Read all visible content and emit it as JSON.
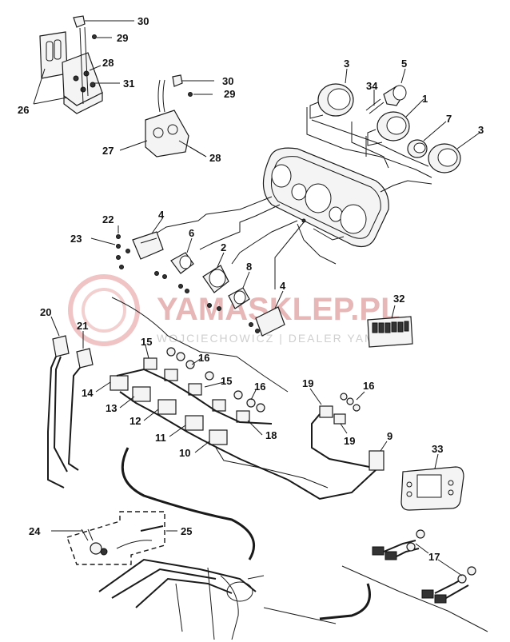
{
  "watermark": {
    "brand": "YAMASKLEP.PL",
    "subtitle": "WOJCIECHOWICZ | DEALER YAMAHA"
  },
  "callouts": [
    {
      "id": "30a",
      "text": "30"
    },
    {
      "id": "29a",
      "text": "29"
    },
    {
      "id": "28a",
      "text": "28"
    },
    {
      "id": "31",
      "text": "31"
    },
    {
      "id": "26",
      "text": "26"
    },
    {
      "id": "30b",
      "text": "30"
    },
    {
      "id": "29b",
      "text": "29"
    },
    {
      "id": "27",
      "text": "27"
    },
    {
      "id": "28b",
      "text": "28"
    },
    {
      "id": "3a",
      "text": "3"
    },
    {
      "id": "5",
      "text": "5"
    },
    {
      "id": "34",
      "text": "34"
    },
    {
      "id": "1",
      "text": "1"
    },
    {
      "id": "7",
      "text": "7"
    },
    {
      "id": "3b",
      "text": "3"
    },
    {
      "id": "22",
      "text": "22"
    },
    {
      "id": "4a",
      "text": "4"
    },
    {
      "id": "23",
      "text": "23"
    },
    {
      "id": "6",
      "text": "6"
    },
    {
      "id": "2",
      "text": "2"
    },
    {
      "id": "8",
      "text": "8"
    },
    {
      "id": "4b",
      "text": "4"
    },
    {
      "id": "32",
      "text": "32"
    },
    {
      "id": "20",
      "text": "20"
    },
    {
      "id": "21",
      "text": "21"
    },
    {
      "id": "15a",
      "text": "15"
    },
    {
      "id": "16a",
      "text": "16"
    },
    {
      "id": "15b",
      "text": "15"
    },
    {
      "id": "16b",
      "text": "16"
    },
    {
      "id": "14",
      "text": "14"
    },
    {
      "id": "13",
      "text": "13"
    },
    {
      "id": "12",
      "text": "12"
    },
    {
      "id": "11",
      "text": "11"
    },
    {
      "id": "10",
      "text": "10"
    },
    {
      "id": "18",
      "text": "18"
    },
    {
      "id": "19a",
      "text": "19"
    },
    {
      "id": "16c",
      "text": "16"
    },
    {
      "id": "19b",
      "text": "19"
    },
    {
      "id": "9",
      "text": "9"
    },
    {
      "id": "33",
      "text": "33"
    },
    {
      "id": "24",
      "text": "24"
    },
    {
      "id": "25",
      "text": "25"
    },
    {
      "id": "17",
      "text": "17"
    }
  ]
}
